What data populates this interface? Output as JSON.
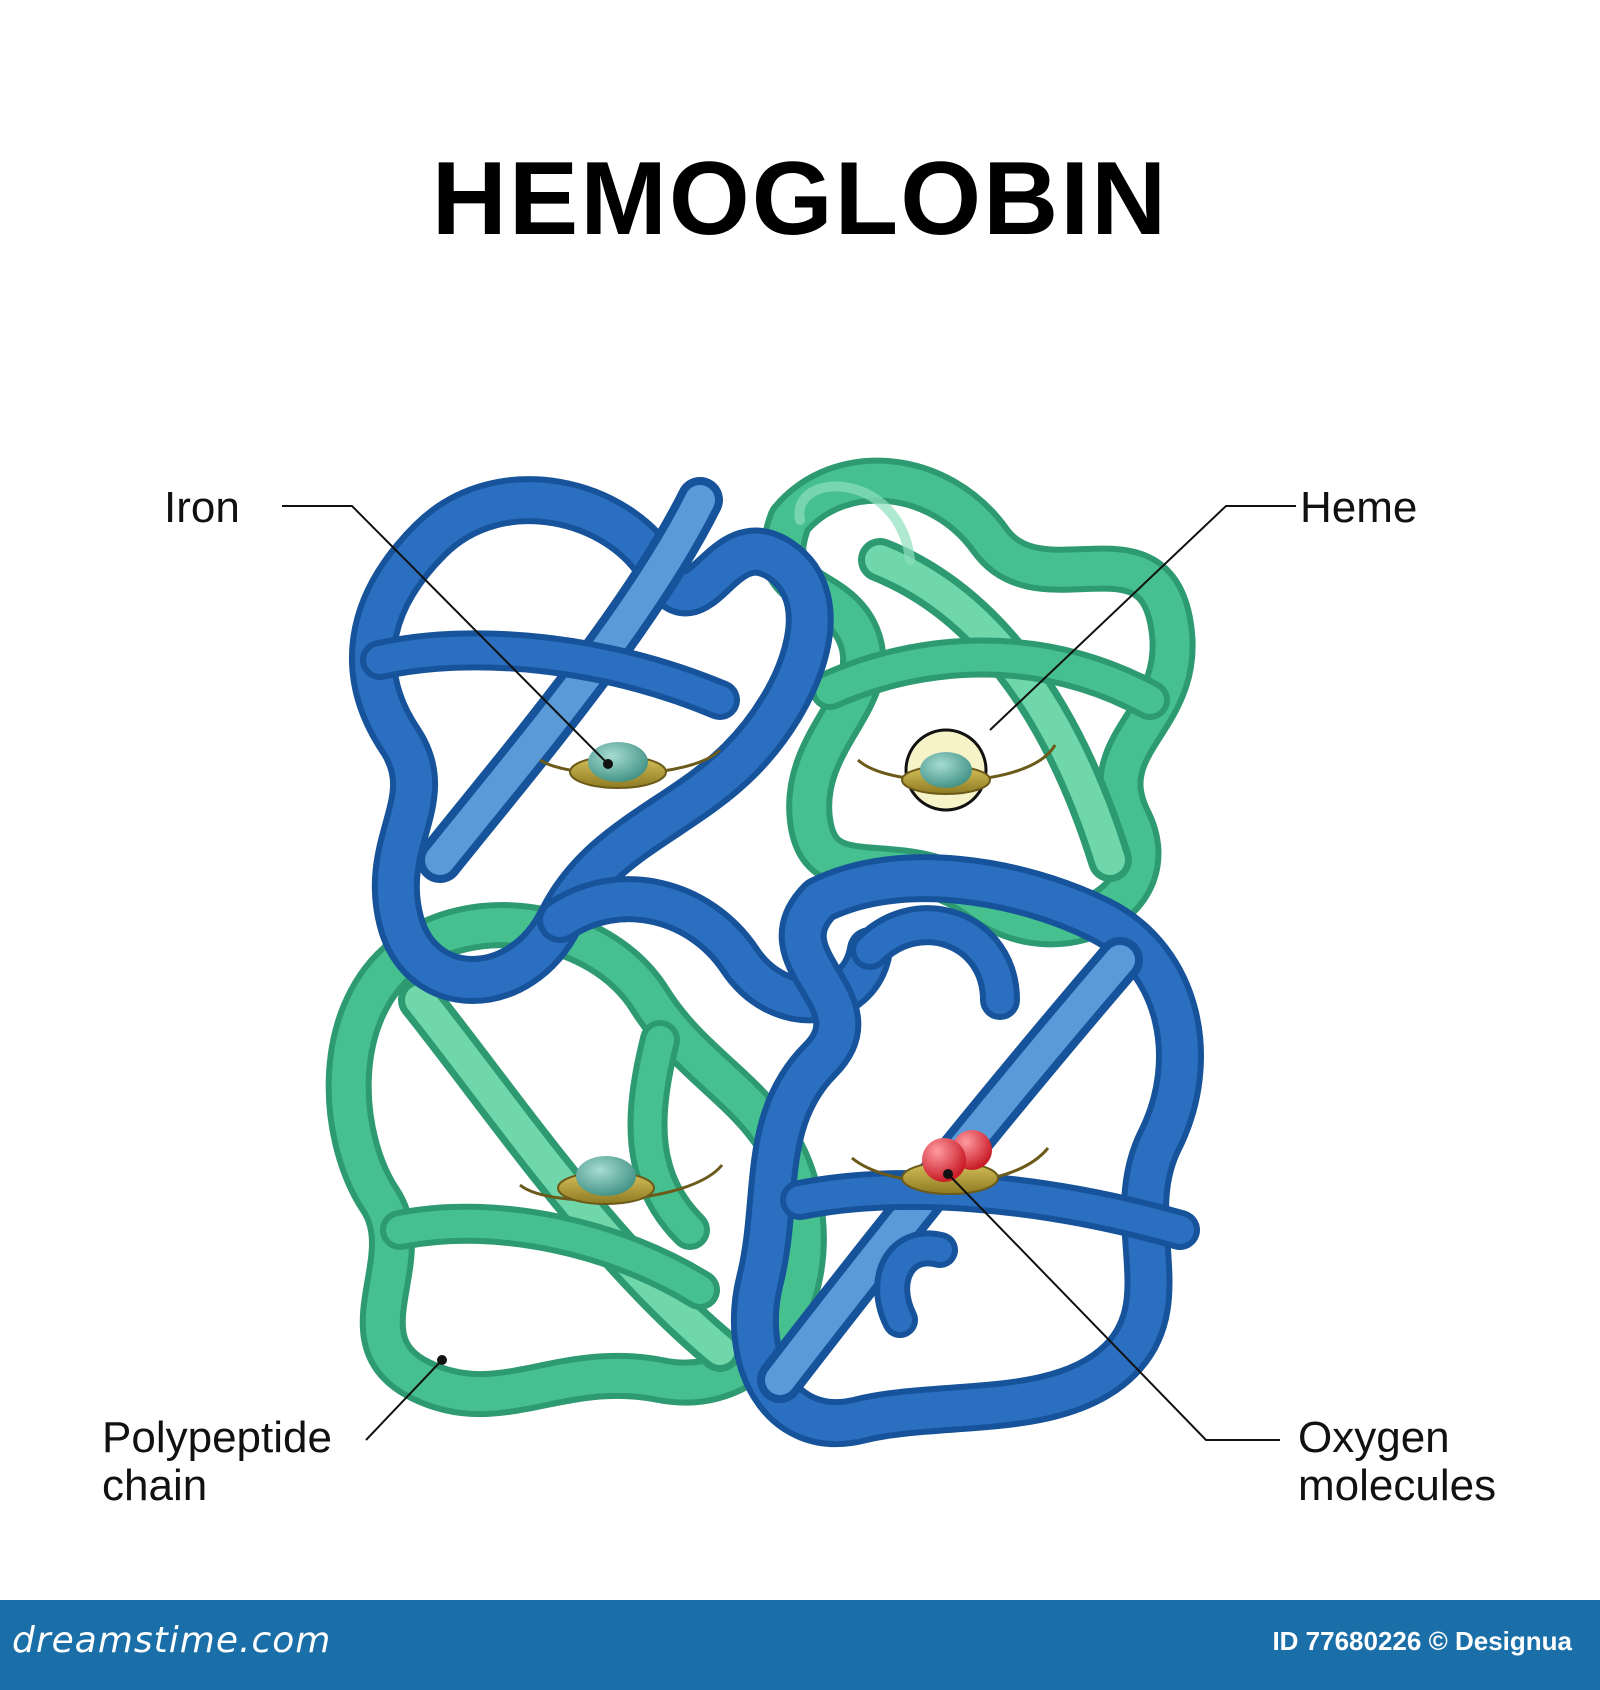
{
  "title": "HEMOGLOBIN",
  "labels": {
    "iron": "Iron",
    "heme": "Heme",
    "polypeptide_line1": "Polypeptide",
    "polypeptide_line2": "chain",
    "oxygen_line1": "Oxygen",
    "oxygen_line2": "molecules"
  },
  "colors": {
    "blue_chain": "#2b6fc0",
    "blue_chain_dark": "#17539a",
    "blue_chain_light": "#5a9ad8",
    "green_chain": "#45c08e",
    "green_chain_dark": "#2e9a72",
    "green_chain_light": "#8fe0bd",
    "heme_disc": "#b8a23a",
    "iron_dome": "#5fb3a3",
    "oxygen": "#e8333c",
    "heme_highlight": "#f7f3c9",
    "footer_bg": "#1b6fa8"
  },
  "footer": {
    "brand": "dreamstime.com",
    "credit": "ID 77680226 © Designua"
  }
}
